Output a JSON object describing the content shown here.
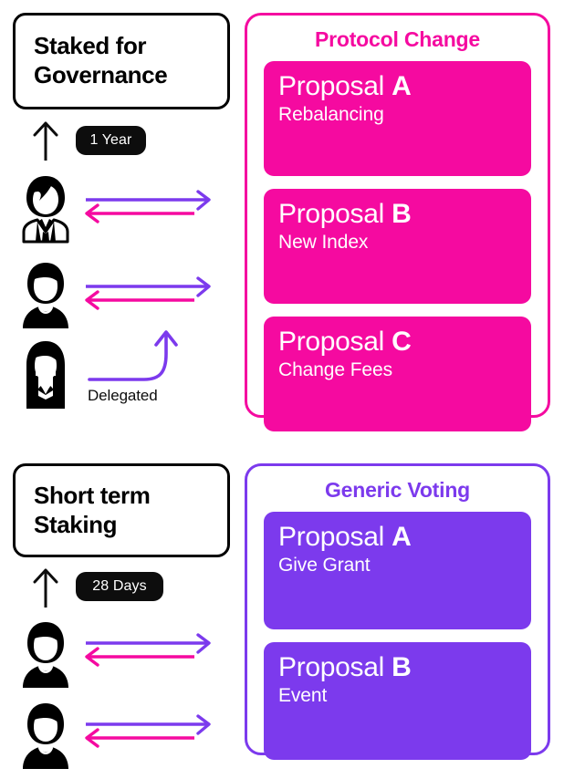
{
  "colors": {
    "pink": "#F50AA0",
    "purple": "#7C3AED",
    "black": "#000000",
    "white": "#FFFFFF"
  },
  "sections": [
    {
      "id": "governance",
      "title_box": {
        "label": "Staked for\nGovernance",
        "duration_badge": "1 Year",
        "up_arrow_icon": "arrow-up-icon"
      },
      "actors": [
        {
          "icon": "person-business-suit-icon",
          "exchange": {
            "out_arrow": "arrow-right-purple-icon",
            "in_arrow": "arrow-left-pink-icon"
          }
        },
        {
          "icon": "person-tshirt-icon",
          "exchange": {
            "out_arrow": "arrow-right-purple-icon",
            "in_arrow": "arrow-left-pink-icon"
          }
        },
        {
          "icon": "person-long-hair-icon",
          "delegation": {
            "arrow": "arrow-curve-up-purple-icon",
            "label": "Delegated"
          }
        }
      ],
      "panel": {
        "title": "Protocol Change",
        "accent": "#F50AA0",
        "cards": [
          {
            "title_prefix": "Proposal",
            "title_letter": "A",
            "subtitle": "Rebalancing"
          },
          {
            "title_prefix": "Proposal",
            "title_letter": "B",
            "subtitle": "New Index"
          },
          {
            "title_prefix": "Proposal",
            "title_letter": "C",
            "subtitle": "Change Fees"
          }
        ]
      }
    },
    {
      "id": "short-term",
      "title_box": {
        "label": "Short term\nStaking",
        "duration_badge": "28 Days",
        "up_arrow_icon": "arrow-up-icon"
      },
      "actors": [
        {
          "icon": "person-tshirt-icon",
          "exchange": {
            "out_arrow": "arrow-right-purple-icon",
            "in_arrow": "arrow-left-pink-icon"
          }
        },
        {
          "icon": "person-tshirt-icon",
          "exchange": {
            "out_arrow": "arrow-right-purple-icon",
            "in_arrow": "arrow-left-pink-icon"
          }
        }
      ],
      "panel": {
        "title": "Generic Voting",
        "accent": "#7C3AED",
        "cards": [
          {
            "title_prefix": "Proposal",
            "title_letter": "A",
            "subtitle": "Give Grant"
          },
          {
            "title_prefix": "Proposal",
            "title_letter": "B",
            "subtitle": "Event"
          }
        ]
      }
    }
  ]
}
